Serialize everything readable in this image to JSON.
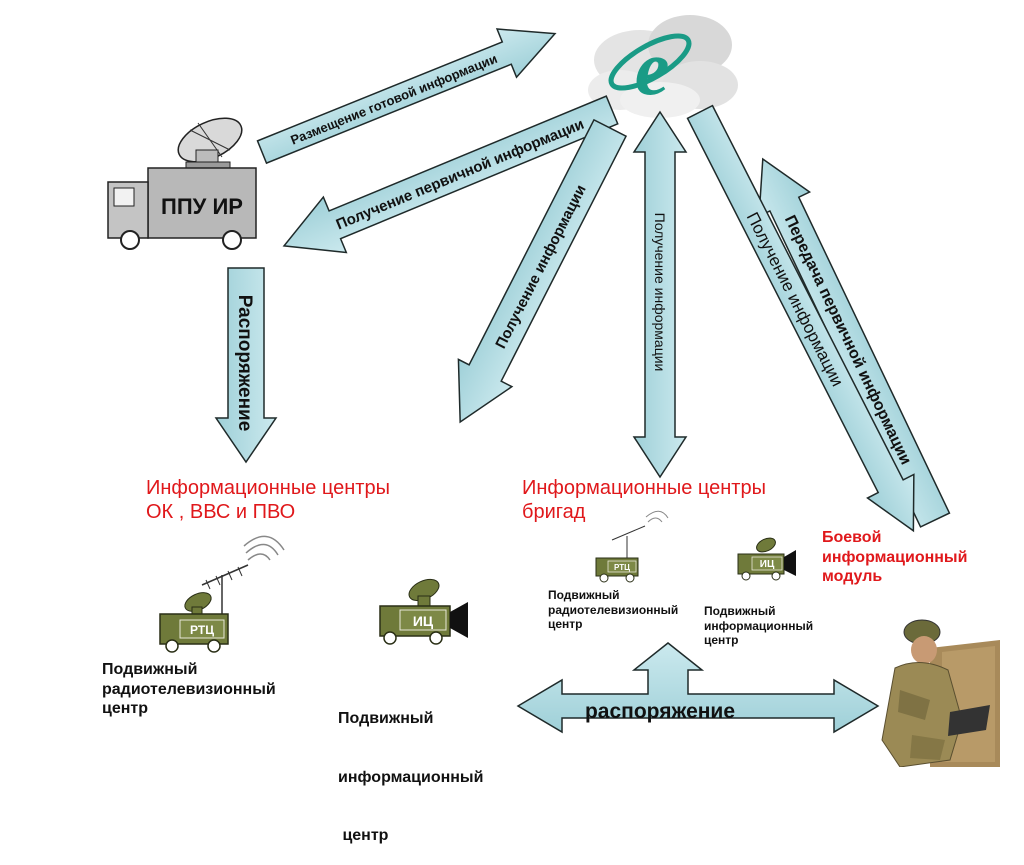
{
  "hub": {
    "icon": "internet-explorer-e-icon"
  },
  "command_vehicle": {
    "label": "ППУ ИР"
  },
  "arrows": {
    "posting": "Размещение готовой информации",
    "receive_primary": "Получение первичной информации",
    "order_vertical": "Распоряжение",
    "receive_info_diag": "Получение информации",
    "receive_info_vertical": "Получение информации",
    "transmit_primary": "Передача первичной информации",
    "receive_info_right": "Получение информации",
    "order_bottom": "распоряжение"
  },
  "groups": {
    "district": {
      "title_line1": "Информационные центры",
      "title_line2": "ОК , ВВС и ПВО"
    },
    "brigades": {
      "title_line1": "Информационные центры",
      "title_line2": "бригад"
    }
  },
  "vehicles": {
    "rtc_badge": "РТЦ",
    "ic_badge": "ИЦ",
    "rtc_large_caption": [
      "Подвижный",
      "радиотелевизионный",
      "центр"
    ],
    "ic_large_caption": [
      "Подвижный",
      "информационный",
      " центр"
    ],
    "rtc_small_caption": [
      "Подвижный",
      "радиотелевизионный",
      "центр"
    ],
    "ic_small_caption": [
      "Подвижный",
      "информационный",
      "центр"
    ]
  },
  "combat_module": {
    "lines": [
      "Боевой",
      "информационный",
      "модуль"
    ]
  },
  "colors": {
    "arrow_fill": "#b5dde3",
    "arrow_stroke": "#1f2a2a",
    "heading_red": "#e0181b",
    "truck_olive": "#6f7a3a",
    "soldier_camo": "#9b8a55",
    "hub_teal": "#1a9b86"
  }
}
